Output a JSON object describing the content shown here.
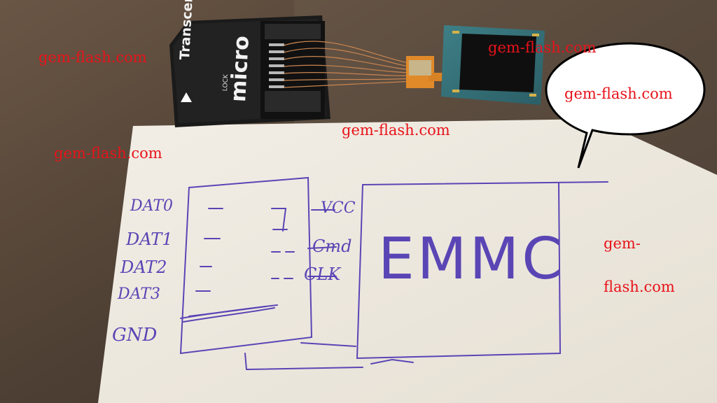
{
  "adapter": {
    "brand": "Transcend",
    "model": "micro",
    "lock_label": "LOCK"
  },
  "diagram": {
    "pins_left": [
      "DAT0",
      "DAT1",
      "DAT2",
      "DAT3",
      "GND"
    ],
    "pins_right": [
      "VCC",
      "Cmd",
      "CLK"
    ],
    "chip_label": "EMMC"
  },
  "watermarks": {
    "top_left": "gem-flash.com",
    "top_center": "gem-flash.com",
    "bubble": "gem-flash.com",
    "middle": "gem-flash.com",
    "left": "gem-flash.com",
    "right_line1": "gem-",
    "right_line2": "flash.com"
  },
  "colors": {
    "watermark": "#e8131a",
    "ink": "#5a45b5",
    "paper": "#f3efe6",
    "background": "#4a3c30"
  }
}
